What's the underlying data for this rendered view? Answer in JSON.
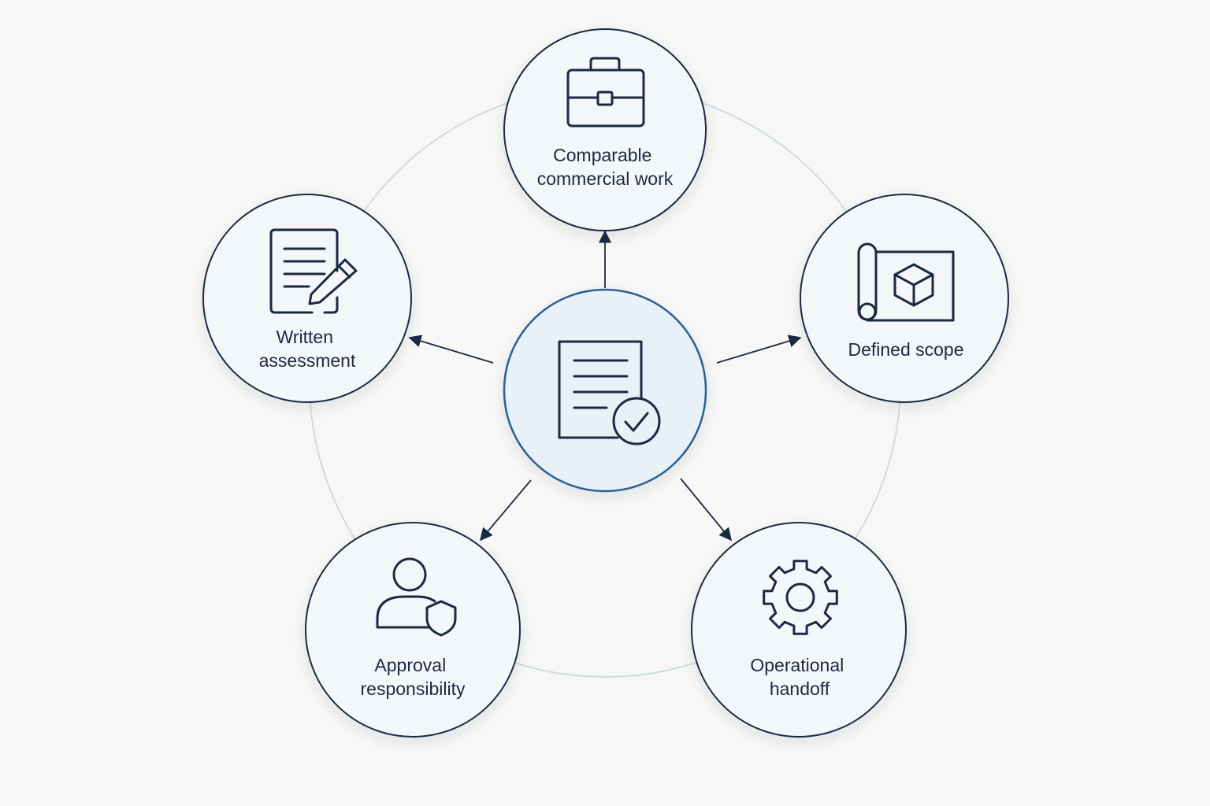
{
  "colors": {
    "background": "#f7f7f6",
    "node_fill": "#f4f7fa",
    "node_stroke": "#1c2942",
    "center_fill": "#e8f0f8",
    "center_stroke": "#2c5f95",
    "ring": "#c5d6e6"
  },
  "center": {
    "icon": "document-check-icon"
  },
  "nodes": [
    {
      "id": "comparable",
      "icon": "briefcase-icon",
      "label_lines": [
        "Comparable",
        "commercial work"
      ]
    },
    {
      "id": "scope",
      "icon": "blueprint-cube-icon",
      "label_lines": [
        "Defined scope"
      ]
    },
    {
      "id": "handoff",
      "icon": "gear-icon",
      "label_lines": [
        "Operational",
        "handoff"
      ]
    },
    {
      "id": "approval",
      "icon": "user-shield-icon",
      "label_lines": [
        "Approval",
        "responsibility"
      ]
    },
    {
      "id": "assessment",
      "icon": "document-pencil-icon",
      "label_lines": [
        "Written",
        "assessment"
      ]
    }
  ]
}
